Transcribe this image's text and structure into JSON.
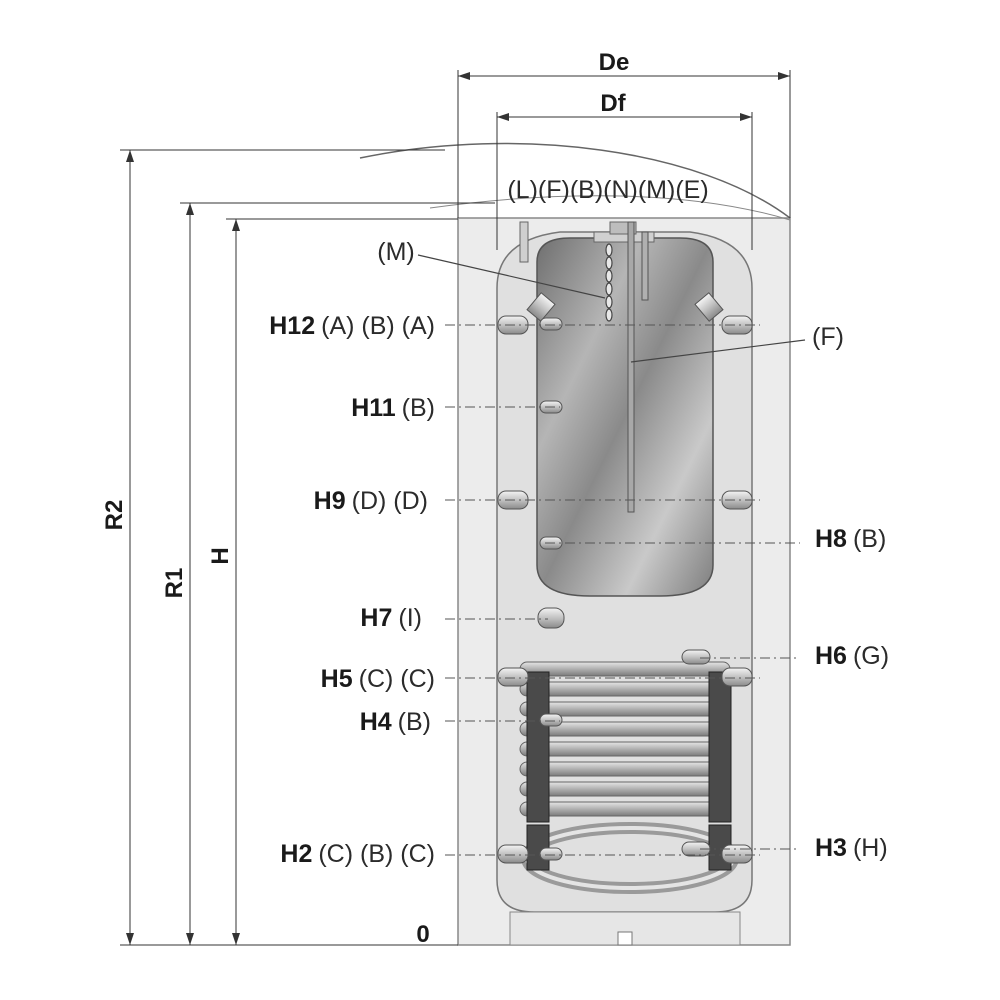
{
  "dimensions": {
    "de": "De",
    "df": "Df",
    "r2": "R2",
    "r1": "R1",
    "h": "H",
    "zero": "0"
  },
  "top_connections": "(L)(F)(B)(N)(M)(E)",
  "callouts": {
    "m": "(M)",
    "f": "(F)"
  },
  "levels": [
    {
      "code": "H12",
      "desc": "(A) (B) (A)"
    },
    {
      "code": "H11",
      "desc": "(B)"
    },
    {
      "code": "H9",
      "desc": "(D) (D)"
    },
    {
      "code": "H8",
      "desc": "(B)"
    },
    {
      "code": "H7",
      "desc": "(I)"
    },
    {
      "code": "H6",
      "desc": "(G)"
    },
    {
      "code": "H5",
      "desc": "(C) (C)"
    },
    {
      "code": "H4",
      "desc": "(B)"
    },
    {
      "code": "H2",
      "desc": "(C) (B) (C)"
    },
    {
      "code": "H3",
      "desc": "(H)"
    }
  ],
  "colors": {
    "insulation": "#ececec",
    "tank_wall": "#d4d4d4",
    "inner_tank": "#8c8c8c",
    "coil": "#b8b8b8",
    "coil_core": "#4a4a4a",
    "line": "#333333"
  }
}
